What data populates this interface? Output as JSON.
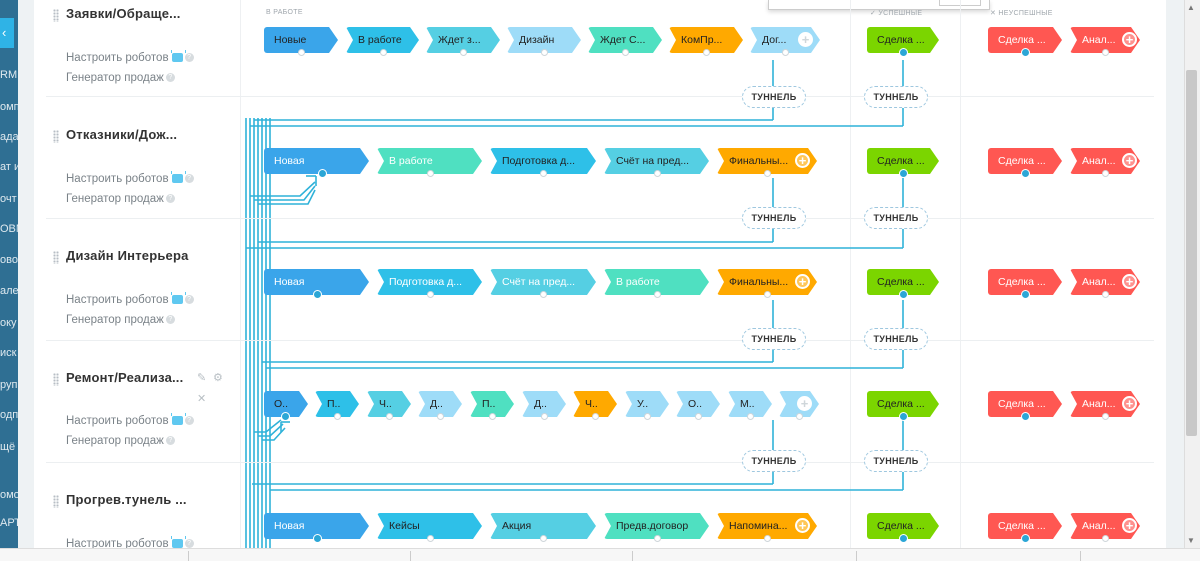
{
  "sidebar_stubs": [
    "RM",
    "омп",
    "ада",
    "ат и",
    "очт",
    "ОВМ",
    "ово",
    "але",
    "оку",
    "иск",
    "руп",
    "одп",
    "щё",
    "омо",
    "АРТА"
  ],
  "sidebar_toggle": "‹",
  "column_headers": {
    "in_work": "В РАБОТЕ",
    "success": "✓ УСПЕШНЫЕ",
    "fail": "✕ НЕУСПЕШНЫЕ"
  },
  "robots_label": "Настроить роботов",
  "generator_label": "Генератор продаж",
  "tunnel_label": "ТУННЕЛЬ",
  "pipelines": [
    {
      "title": "Заявки/Обраще...",
      "stages": [
        "Новые",
        "В работе",
        "Ждет з...",
        "Дизайн",
        "Ждет С...",
        "КомПр...",
        "Дог..."
      ],
      "success": "Сделка ...",
      "fail": [
        "Сделка ...",
        "Анал..."
      ]
    },
    {
      "title": "Отказники/Дож...",
      "stages": [
        "Новая",
        "В работе",
        "Подготовка д...",
        "Счёт на пред...",
        "Финальны..."
      ],
      "success": "Сделка ...",
      "fail": [
        "Сделка ...",
        "Анал..."
      ]
    },
    {
      "title": "Дизайн Интерьера",
      "stages": [
        "Новая",
        "Подготовка д...",
        "Счёт на пред...",
        "В работе",
        "Финальны..."
      ],
      "success": "Сделка ...",
      "fail": [
        "Сделка ...",
        "Анал..."
      ]
    },
    {
      "title": "Ремонт/Реализа...",
      "stages": [
        "О..",
        "П..",
        "Ч..",
        "Д..",
        "П..",
        "Д..",
        "Ч..",
        "У..",
        "О..",
        "М..",
        ""
      ],
      "success": "Сделка ...",
      "fail": [
        "Сделка ...",
        "Анал..."
      ]
    },
    {
      "title": "Прогрев.тунель ...",
      "stages": [
        "Новая",
        "Кейсы",
        "Акция",
        "Предв.договор",
        "Напомина..."
      ],
      "success": "Сделка ...",
      "fail": [
        "Сделка ...",
        "Анал..."
      ]
    }
  ],
  "colors": {
    "blue": "#3aa5ea",
    "azure": "#2ec0e8",
    "teal": "#55cfe3",
    "light": "#9edcf8",
    "mint": "#4fe0c1",
    "orange": "#ffa900",
    "green": "#7bd500",
    "red": "#ff5752",
    "tunnel_line": "#2fb2d9"
  }
}
